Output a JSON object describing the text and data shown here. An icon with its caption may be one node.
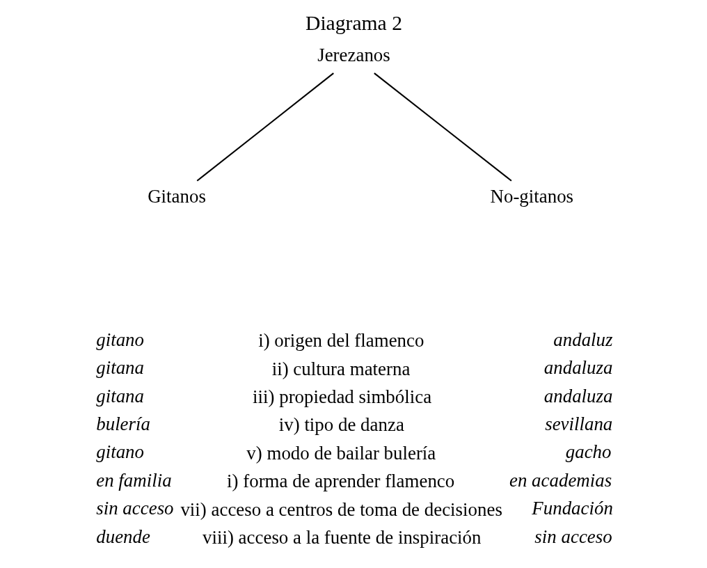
{
  "diagram": {
    "title": "Diagrama 2",
    "nodes": [
      {
        "text": [
          "Jerezanos"
        ]
      },
      {
        "text": [
          "Gitanos"
        ]
      },
      {
        "text": [
          "No-gitanos"
        ]
      }
    ],
    "edges": [
      {
        "from": 0,
        "to": 1,
        "arrow": "none"
      },
      {
        "from": 0,
        "to": 2,
        "arrow": "none"
      }
    ],
    "labels": [
      "gitano",
      "i) origen del flamenco",
      "andaluz",
      "gitana",
      "ii) cultura materna",
      "andaluza",
      "gitana",
      "iii) propiedad simbólica",
      "andaluza",
      "bulería",
      "iv) tipo de danza",
      "sevillana",
      "gitano",
      "v) modo de bailar bulería",
      "gacho",
      "en familia",
      "i) forma de aprender flamenco",
      "en academias",
      "sin acceso",
      "vii) acceso a centros de toma de decisiones",
      "Fundación",
      "duende",
      "viii) acceso a la fuente de inspiración",
      "sin acceso"
    ]
  }
}
